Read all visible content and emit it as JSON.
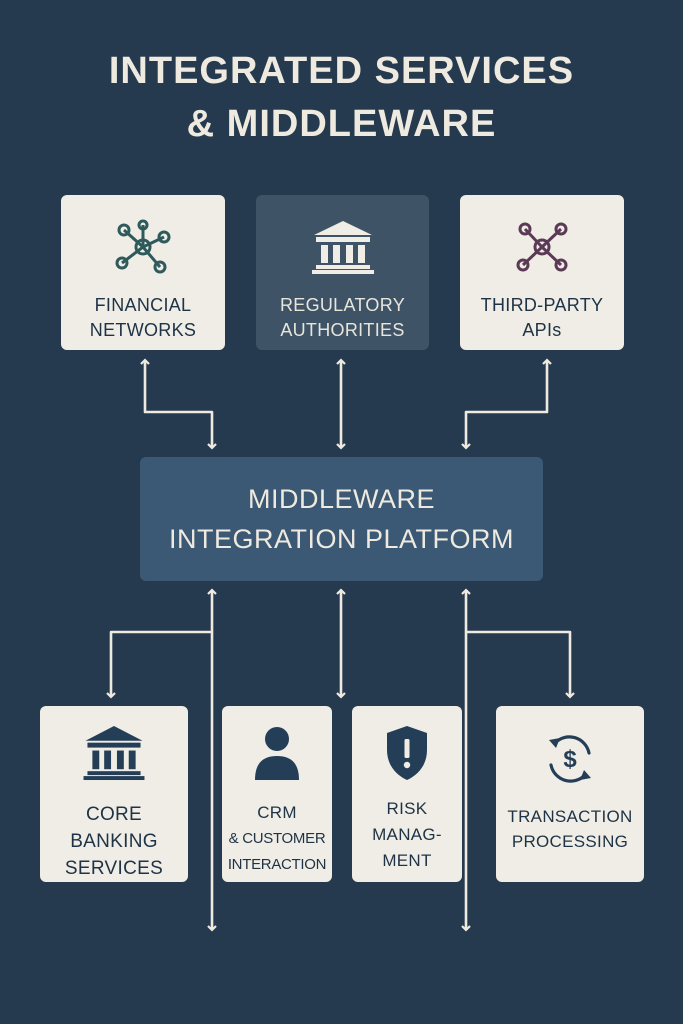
{
  "title": {
    "line1": "INTEGRATED SERVICES",
    "line2": "& MIDDLEWARE"
  },
  "top_nodes": [
    {
      "lines": [
        "FINANCIAL",
        "NETWORKS"
      ],
      "icon": "network-nodes-icon"
    },
    {
      "lines": [
        "REGULATORY",
        "AUTHORITIES"
      ],
      "icon": "government-building-icon"
    },
    {
      "lines": [
        "THIRD-PARTY",
        "APIs"
      ],
      "icon": "api-nodes-icon"
    }
  ],
  "middleware": {
    "lines": [
      "MIDDLEWARE",
      "INTEGRATION PLATFORM"
    ]
  },
  "bottom_nodes": [
    {
      "lines": [
        "CORE",
        "BANKING",
        "SERVICES"
      ],
      "icon": "bank-building-icon"
    },
    {
      "lines": [
        "CRM",
        "& CUSTOMER",
        "INTERACTION"
      ],
      "icon": "user-icon"
    },
    {
      "lines": [
        "RISK",
        "MANAG-",
        "MENT"
      ],
      "icon": "shield-alert-icon"
    },
    {
      "lines": [
        "TRANSACTION",
        "PROCESSING"
      ],
      "icon": "dollar-cycle-icon"
    }
  ],
  "colors": {
    "background": "#263a4f",
    "box_light": "#efede5",
    "box_dark": "#3e5366",
    "middleware": "#3b5874",
    "text_dark": "#1e3346",
    "text_light": "#eeeae0",
    "icon_teal": "#2e5a5c",
    "icon_purple": "#5a3a55",
    "icon_navy": "#253e57",
    "arrow": "#eeeae0"
  }
}
